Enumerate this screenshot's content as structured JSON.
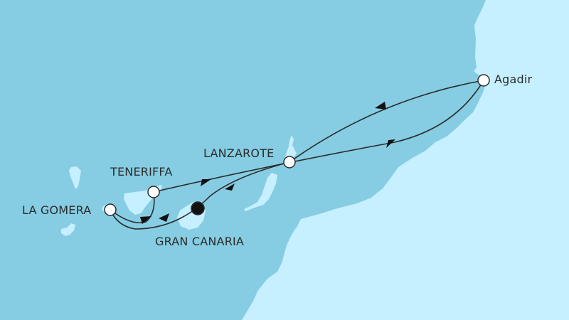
{
  "map": {
    "colors": {
      "sea": "#86cde3",
      "land": "#c6efff",
      "route": "#2b2b2b",
      "port_fill": "#ffffff",
      "start_port_fill": "#111111"
    },
    "ports": [
      {
        "name": "Agadir",
        "type": "port"
      },
      {
        "name": "LANZAROTE",
        "type": "port"
      },
      {
        "name": "TENERIFFA",
        "type": "port"
      },
      {
        "name": "LA GOMERA",
        "type": "port"
      },
      {
        "name": "GRAN CANARIA",
        "type": "start-end-port"
      }
    ]
  }
}
